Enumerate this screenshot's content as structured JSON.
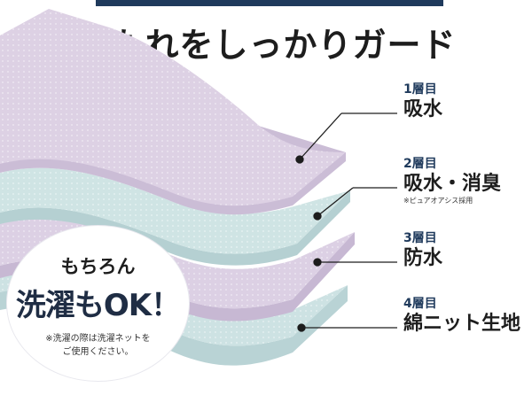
{
  "headline": "尿もれをしっかりガード",
  "layers": [
    {
      "number": "1層目",
      "name": "吸水",
      "note": ""
    },
    {
      "number": "2層目",
      "name": "吸水・消臭",
      "note": "※ピュアオアシス採用"
    },
    {
      "number": "3層目",
      "name": "防水",
      "note": ""
    },
    {
      "number": "4層目",
      "name": "綿ニット生地",
      "note": ""
    }
  ],
  "badge": {
    "top": "もちろん",
    "main": "洗濯もOK！",
    "note_line1": "※洗濯の際は洗濯ネットを",
    "note_line2": "ご使用ください。"
  },
  "colors": {
    "navy": "#1f3a5c",
    "layer1": "#ddd1e4",
    "layer2": "#cfe4e4",
    "layer3": "#dcd0e4",
    "layer4": "#cde2e3"
  }
}
